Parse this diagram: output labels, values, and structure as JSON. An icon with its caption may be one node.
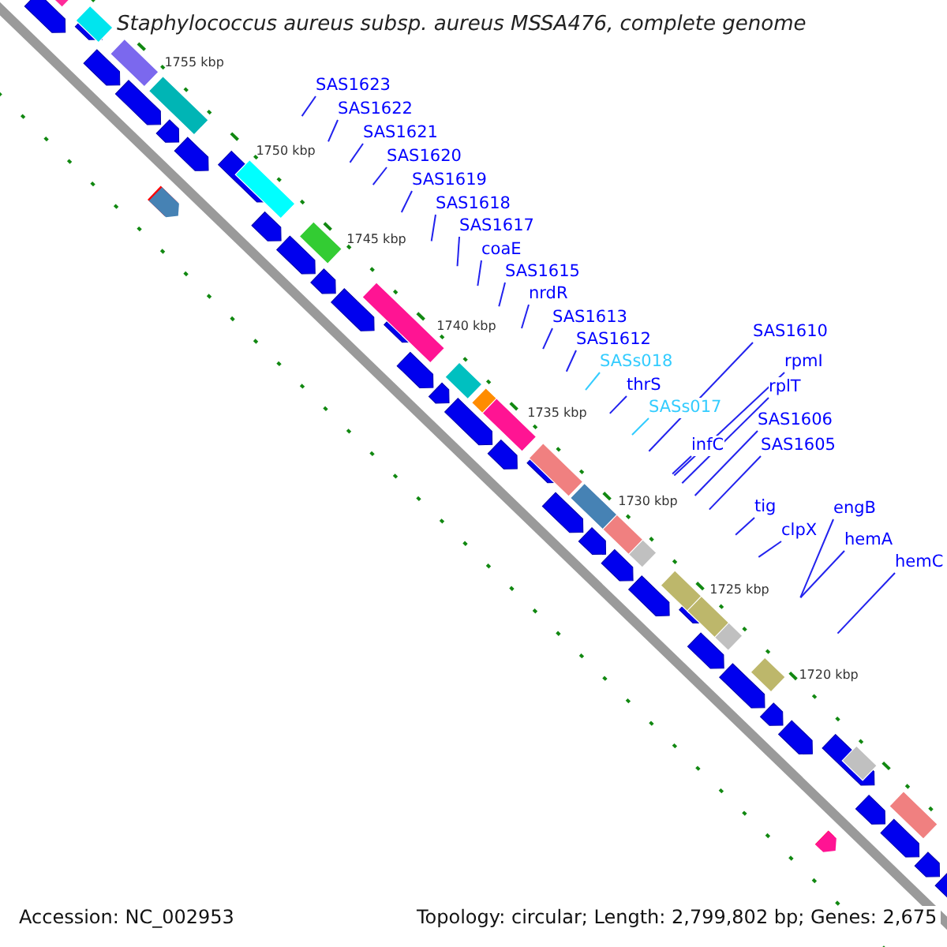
{
  "diagram": {
    "title": "Staphylococcus aureus subsp. aureus MSSA476, complete genome",
    "nodes": [
      {
        "text": [
          "SAS1623"
        ]
      },
      {
        "text": [
          "SAS1622"
        ]
      },
      {
        "text": [
          "SAS1621"
        ]
      },
      {
        "text": [
          "SAS1620"
        ]
      },
      {
        "text": [
          "SAS1619"
        ]
      },
      {
        "text": [
          "SAS1618"
        ]
      },
      {
        "text": [
          "SAS1617"
        ]
      },
      {
        "text": [
          "coaE"
        ]
      },
      {
        "text": [
          "SAS1615"
        ]
      },
      {
        "text": [
          "nrdR"
        ]
      },
      {
        "text": [
          "SAS1613"
        ]
      },
      {
        "text": [
          "SAS1612"
        ]
      },
      {
        "text": [
          "SAS1610"
        ]
      },
      {
        "text": [
          "SASs018"
        ]
      },
      {
        "text": [
          "rpmI"
        ]
      },
      {
        "text": [
          "thrS"
        ]
      },
      {
        "text": [
          "rplT"
        ]
      },
      {
        "text": [
          "SASs017"
        ]
      },
      {
        "text": [
          "SAS1606"
        ]
      },
      {
        "text": [
          "infC"
        ]
      },
      {
        "text": [
          "SAS1605"
        ]
      },
      {
        "text": [
          "tig"
        ]
      },
      {
        "text": [
          "engB"
        ]
      },
      {
        "text": [
          "clpX"
        ]
      },
      {
        "text": [
          "hemA"
        ]
      },
      {
        "text": [
          "hemC"
        ]
      }
    ],
    "edges": [
      {
        "from": 0,
        "to": null,
        "arrow": "none"
      },
      {
        "from": 1,
        "to": null,
        "arrow": "none"
      },
      {
        "from": 2,
        "to": null,
        "arrow": "none"
      },
      {
        "from": 3,
        "to": null,
        "arrow": "none"
      },
      {
        "from": 4,
        "to": null,
        "arrow": "none"
      },
      {
        "from": 5,
        "to": null,
        "arrow": "none"
      },
      {
        "from": 6,
        "to": null,
        "arrow": "none"
      },
      {
        "from": 7,
        "to": null,
        "arrow": "none"
      },
      {
        "from": 8,
        "to": null,
        "arrow": "none"
      },
      {
        "from": 9,
        "to": null,
        "arrow": "none"
      },
      {
        "from": 10,
        "to": null,
        "arrow": "none"
      },
      {
        "from": 11,
        "to": null,
        "arrow": "none"
      },
      {
        "from": 12,
        "to": null,
        "arrow": "none"
      },
      {
        "from": 13,
        "to": null,
        "arrow": "none",
        "color": "#33ccff"
      },
      {
        "from": 14,
        "to": null,
        "arrow": "none"
      },
      {
        "from": 15,
        "to": null,
        "arrow": "none"
      },
      {
        "from": 16,
        "to": null,
        "arrow": "none"
      },
      {
        "from": 17,
        "to": null,
        "arrow": "none",
        "color": "#33ccff"
      },
      {
        "from": 18,
        "to": null,
        "arrow": "none"
      },
      {
        "from": 19,
        "to": null,
        "arrow": "none"
      },
      {
        "from": 20,
        "to": null,
        "arrow": "none"
      },
      {
        "from": 21,
        "to": null,
        "arrow": "none"
      },
      {
        "from": 22,
        "to": null,
        "arrow": "none"
      },
      {
        "from": 23,
        "to": null,
        "arrow": "none"
      },
      {
        "from": 24,
        "to": null,
        "arrow": "none"
      },
      {
        "from": 25,
        "to": null,
        "arrow": "none"
      }
    ],
    "labels": [
      "1755 kbp",
      "1750 kbp",
      "1745 kbp",
      "1740 kbp",
      "1735 kbp",
      "1730 kbp",
      "1725 kbp",
      "1720 kbp",
      "Accession: NC_002953",
      "Topology: circular; Length: 2,799,802 bp; Genes: 2,675"
    ]
  }
}
